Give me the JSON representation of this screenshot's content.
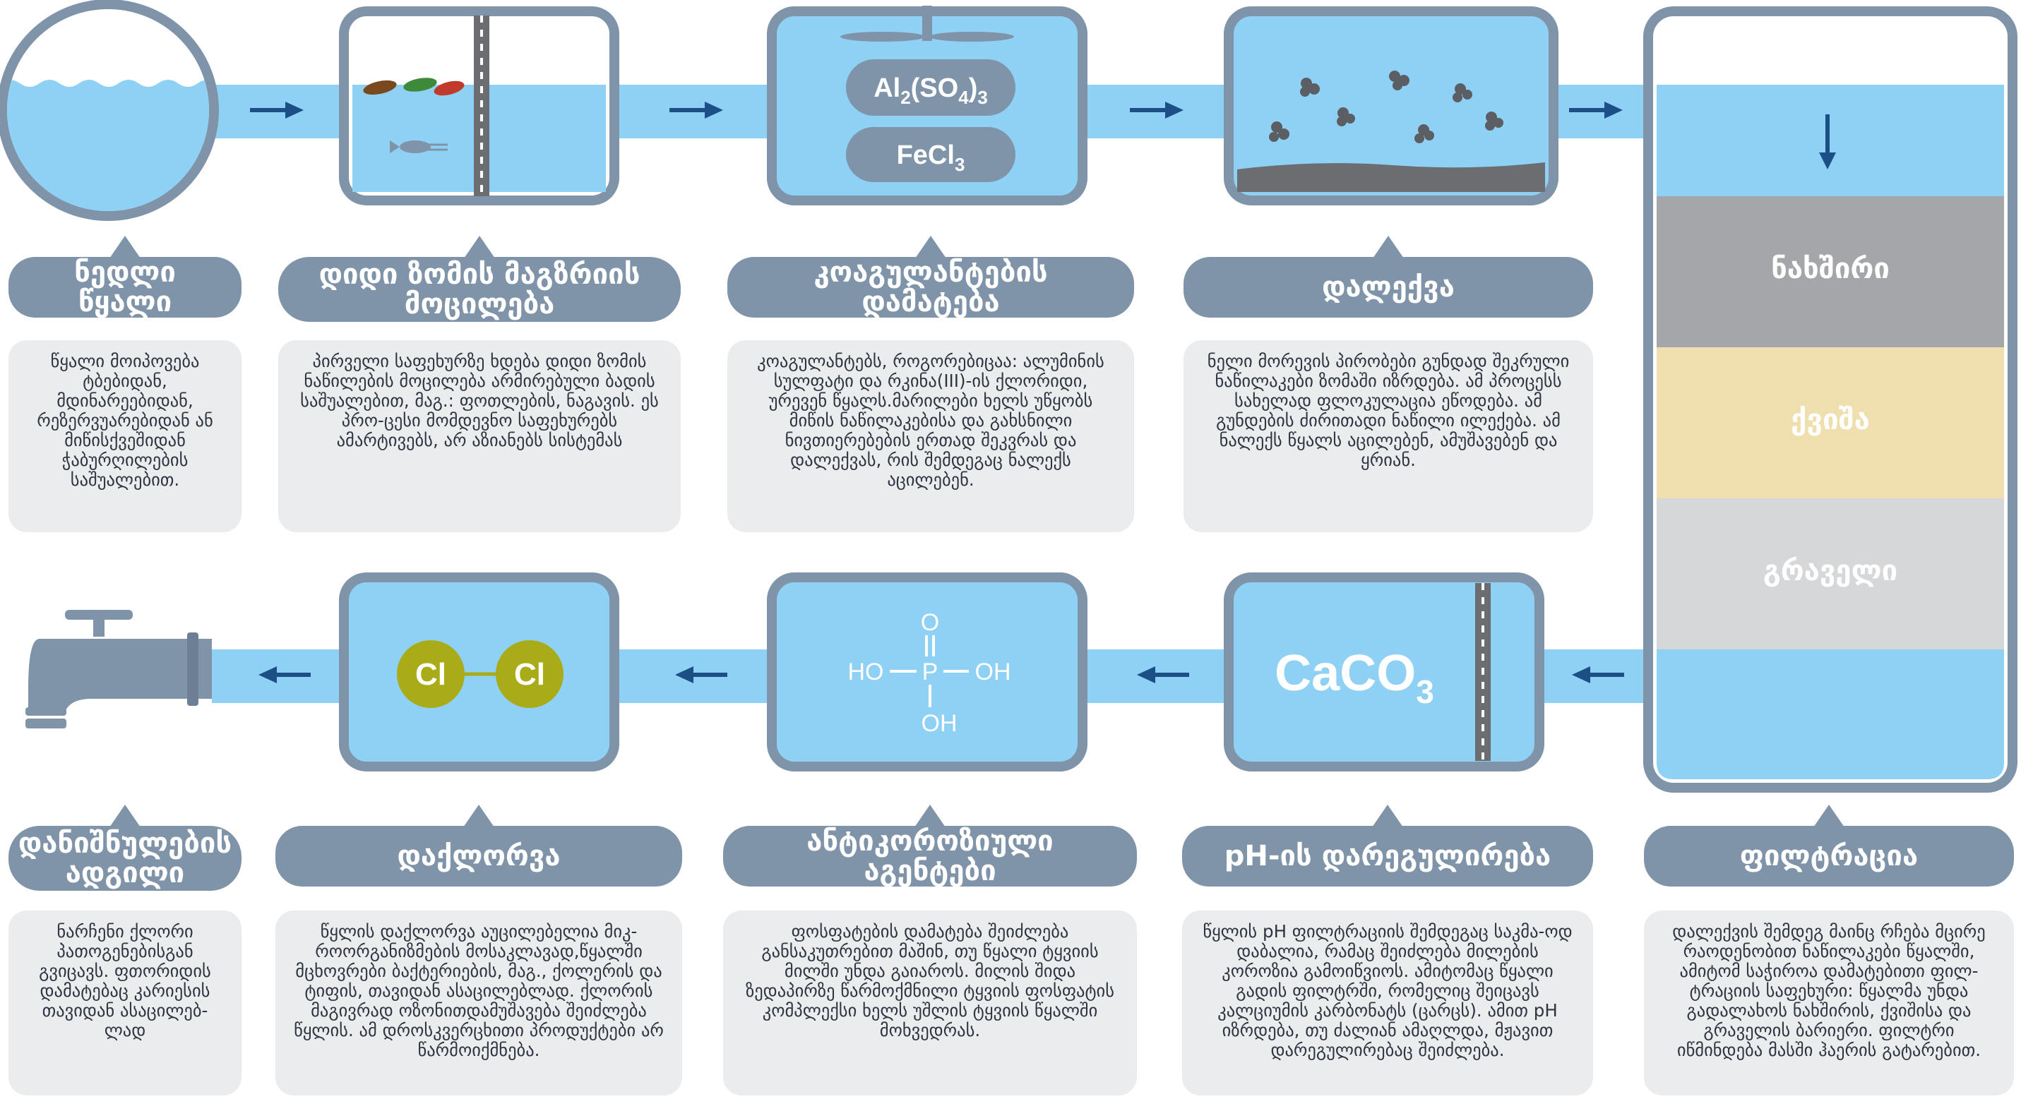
{
  "steps": [
    {
      "title": "ნედლი წყალი",
      "text": "წყალი მოიპოვება ტბებიდან, მდინარეებიდან, რეზერვუარებიდან ან მიწისქვეშიდან ჭაბურღილების საშუალებით."
    },
    {
      "title": "დიდი ზომის მაგზრიის მოცილება",
      "text": "პირველი საფეხურზე ხდება დიდი ზომის ნაწილების მოცილება არმირებული ბადის საშუალებით, მაგ.: ფოთლების, ნაგავის. ეს პრო-ცესი მომდევნო საფეხურებს ამარტივებს, არ აზიანებს სისტემას"
    },
    {
      "title": "კოაგულანტების დამატება",
      "text": "კოაგულანტებს, როგორებიცაა: ალუმინის სულფატი და რკინა(III)-ის ქლორიდი, ურევენ წყალს.მარილები ხელს უწყობს მიწის ნაწილაკებისა და გახსნილი ნივთიერებების ერთად შეკვრას და დალექვას, რის შემდეგაც ნალექს აცილებენ."
    },
    {
      "title": "დალექვა",
      "text": "ნელი მორევის პირობები გუნდად შეკრული ნაწილაკები ზომაში იზრდება. ამ პროცესს სახელად ფლოკულაცია ეწოდება. ამ გუნდების ძირითადი ნაწილი ილექება. ამ ნალექს წყალს აცილებენ, ამუშავებენ და ყრიან."
    },
    {
      "title": "ფილტრაცია",
      "text": "დალექვის შემდეგ მაინც რჩება მცირე რაოდენობით ნაწილაკები წყალში, ამიტომ საჭიროა დამატებითი ფილ-ტრაციის საფეხური: წყალმა უნდა გადალახოს ნახშირის, ქვიშისა და გრაველის ბარიერი. ფილტრი იწმინდება მასში ჰაერის გატარებით."
    },
    {
      "title": "pH-ის დარეგულირება",
      "text": "წყლის pH ფილტრაციის შემდეგაც საკმა-ოდ დაბალია, რამაც შეიძლება მილების კოროზია გამოიწვიოს. ამიტომაც წყალი გადის ფილტრში, რომელიც შეიცავს კალციუმის კარბონატს (ცარცს). ამით pH იზრდება, თუ ძალიან ამაღლდა, მჟავით დარეგულირებაც შეიძლება."
    },
    {
      "title": "ანტიკოროზიული აგენტები",
      "text": "ფოსფატების დამატება შეიძლება განსაკუთრებით მაშინ, თუ წყალი ტყვიის მილში უნდა გაიაროს. მილის შიდა ზედაპირზე წარმოქმნილი ტყვიის ფოსფატის კომპლექსი ხელს უშლის ტყვიის წყალში მოხვედრას."
    },
    {
      "title": "დაქლორვა",
      "text": "წყლის დაქლორვა აუცილებელია მიკ-როორგანიზმების მოსაკლავად,წყალში მცხოვრები ბაქტერიების, მაგ., ქოლერის და ტიფის, თავიდან ასაცილებლად. ქლორის მაგივრად ოზონითდამუშავება შეიძლება წყლის. ამ დროსკვერცხითი პროდუქტები არ წარმოიქმნება."
    },
    {
      "title": "დანიშნულების ადგილი",
      "text": "ნარჩენი ქლორი პათოგენებისგან გვიცავს. ფთორიდის დამატებაც კარიესის თავიდან ასაცილებ-ლად"
    }
  ],
  "chemicals": {
    "al_main": "Al",
    "al_sub1": "2",
    "al_mid": "(SO",
    "al_sub2": "4",
    "al_close": ")",
    "al_sub3": "3",
    "fe_main": "FeCl",
    "fe_sub": "3",
    "caco_main": "CaCO",
    "caco_sub": "3",
    "cl_left": "Cl",
    "cl_right": "Cl",
    "p": "P",
    "o": "O",
    "ho": "HO",
    "oh_right": "OH",
    "oh_bottom": "OH"
  },
  "filter_layers": {
    "coal": "ნახშირი",
    "sand": "ქვიშა",
    "gravel": "გრაველი"
  },
  "colors": {
    "water": "#8fd1f5",
    "frame": "#7f93a9",
    "arrow": "#1c4f86",
    "coal": "#a4a6a9",
    "sand": "#f0dfae",
    "gravel": "#d6d7d8",
    "leaf_chlorine": "#a9ac18"
  }
}
